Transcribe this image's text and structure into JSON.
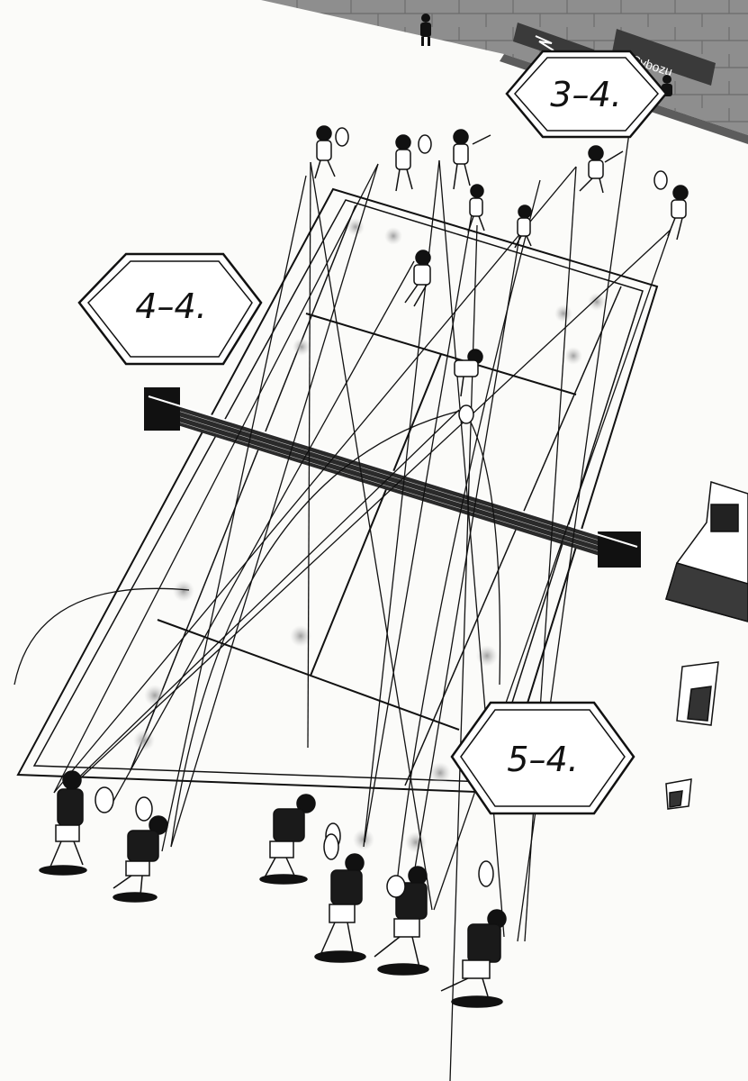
{
  "score_boxes": [
    {
      "text": "3–4."
    },
    {
      "text": "4–4."
    },
    {
      "text": "5–4."
    }
  ],
  "stadium": {
    "banner_brand_1": "Cybozu"
  },
  "colors": {
    "ink": "#111111",
    "paper": "#fbfbf9",
    "wall_tone": "#8d8d8d",
    "screen_tone": "#d8d8d8"
  }
}
